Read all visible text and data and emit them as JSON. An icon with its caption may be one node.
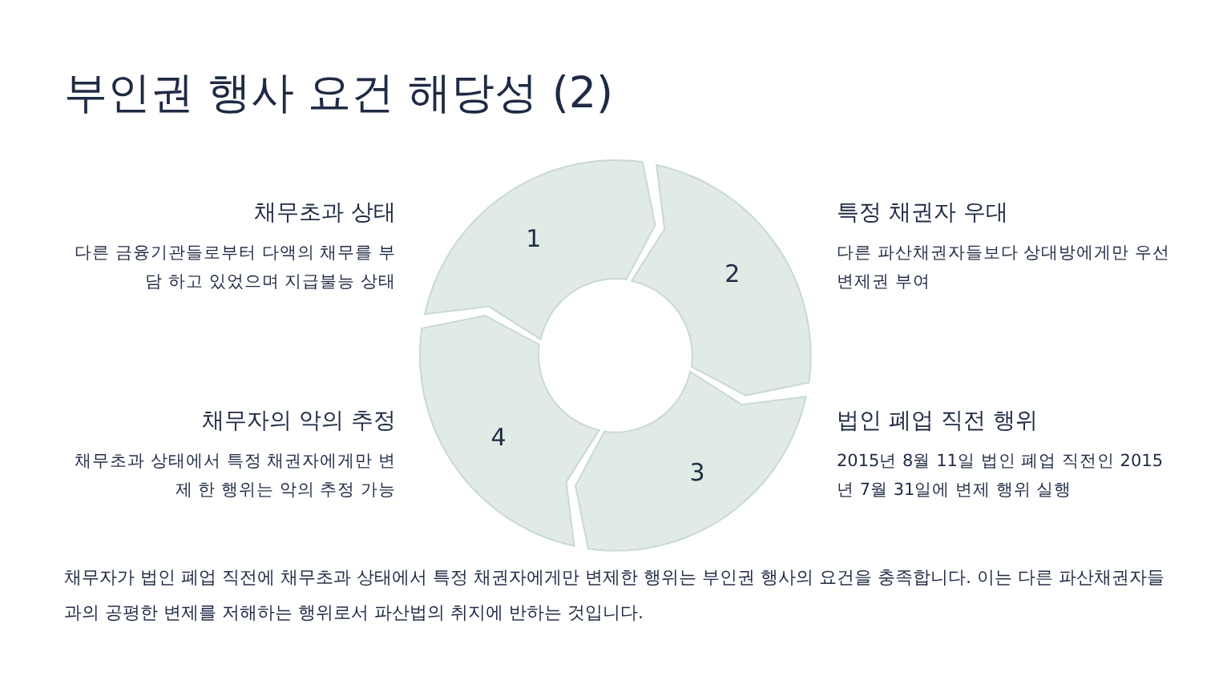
{
  "diagram": {
    "title": "부인권 행사 요건 해당성 (2)",
    "nodes": [
      {
        "text": [
          "1"
        ],
        "beside": [
          "채무초과 상태",
          "다른 금융기관들로부터 다액의 채무를 부담 하고 있었으며 지급불능 상태"
        ]
      },
      {
        "text": [
          "2"
        ],
        "beside": [
          "특정 채권자 우대",
          "다른 파산채권자들보다 상대방에게만 우선 변제권 부여"
        ]
      },
      {
        "text": [
          "3"
        ],
        "beside": [
          "법인 폐업 직전 행위",
          "2015년 8월 11일 법인 폐업 직전인 2015년 7월 31일에 변제 행위 실행"
        ]
      },
      {
        "text": [
          "4"
        ],
        "beside": [
          "채무자의 악의 추정",
          "채무초과 상태에서 특정 채권자에게만 변제 한 행위는 악의 추정 가능"
        ]
      }
    ],
    "caption": "채무자가 법인 폐업 직전에 채무초과 상태에서 특정 채권자에게만 변제한 행위는 부인권 행사의 요건을 충족합니다. 이는 다른 파산채권자들과의 공평한 변제를 저해하는 행위로서 파산법의 취지에 반하는 것입니다."
  }
}
